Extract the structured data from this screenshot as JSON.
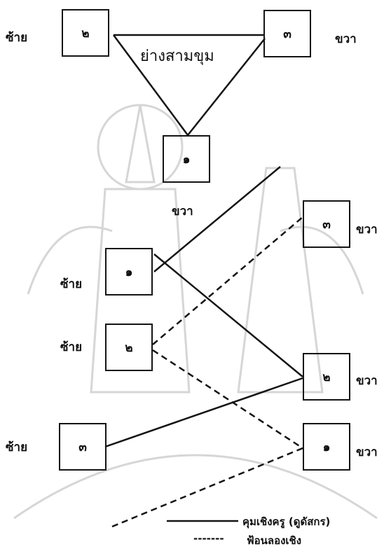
{
  "triangle": {
    "title": "ย่างสามขุม",
    "left_box": "๒",
    "right_box": "๓",
    "bottom_box": "๑",
    "left_label": "ซ้าย",
    "right_label": "ขวา",
    "bottom_label": "ขวา"
  },
  "lower": {
    "left": [
      {
        "box": "๑",
        "label": "ซ้าย"
      },
      {
        "box": "๒",
        "label": "ซ้าย"
      },
      {
        "box": "๓",
        "label": "ซ้าย"
      }
    ],
    "right": [
      {
        "box": "๓",
        "label": "ขวา"
      },
      {
        "box": "๒",
        "label": "ขวา"
      },
      {
        "box": "๑",
        "label": "ขวา"
      }
    ]
  },
  "legend": {
    "solid_label": "คุมเชิงครู (ดูดัสกร)",
    "dashed_label": "ฟ้อนลองเชิง",
    "dashed_prefix": "-------"
  },
  "colors": {
    "ink": "#141414",
    "watermark": "#d6d6d6"
  }
}
